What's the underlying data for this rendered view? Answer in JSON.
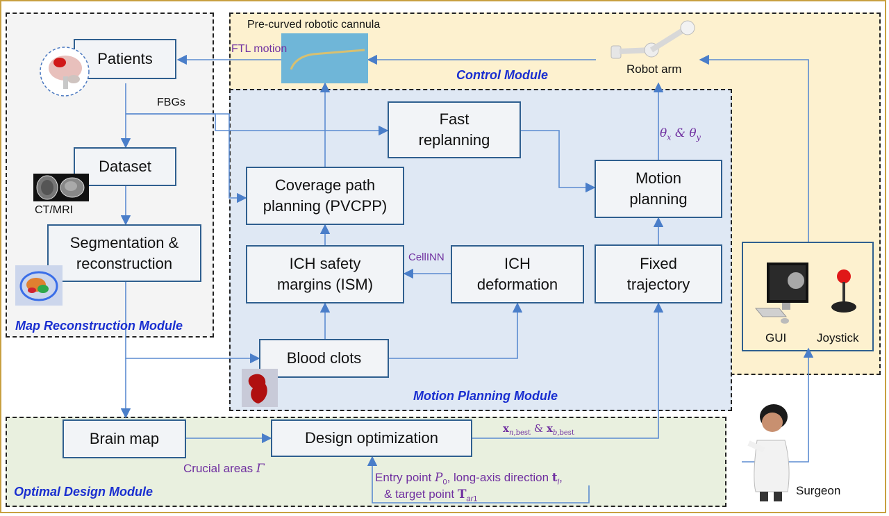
{
  "modules": {
    "map": "Map Reconstruction Module",
    "control": "Control Module",
    "motion": "Motion Planning Module",
    "design": "Optimal Design Module"
  },
  "boxes": {
    "patients": "Patients",
    "dataset": "Dataset",
    "segmentation": [
      "Segmentation &",
      "reconstruction"
    ],
    "fast_replanning": [
      "Fast",
      "replanning"
    ],
    "coverage": [
      "Coverage path",
      "planning (PVCPP)"
    ],
    "motion_planning": [
      "Motion",
      "planning"
    ],
    "ich_safety": [
      "ICH safety",
      "margins (ISM)"
    ],
    "ich_deformation": [
      "ICH",
      "deformation"
    ],
    "fixed_trajectory": [
      "Fixed",
      "trajectory"
    ],
    "blood_clots": "Blood clots",
    "brain_map": "Brain map",
    "design_optimization": "Design optimization"
  },
  "labels": {
    "cannula": "Pre-curved robotic cannula",
    "ftl_motion": "FTL motion",
    "robot_arm": "Robot arm",
    "fbgs": "FBGs",
    "ct_mri": "CT/MRI",
    "cellinn": "CellINN",
    "theta": "θx & θy",
    "gui": "GUI",
    "joystick": "Joystick",
    "surgeon": "Surgeon",
    "crucial_areas": "Crucial areas Γ",
    "xbest": "xn,best & xb,best",
    "entry_line1": "Entry point P0, long-axis direction tl,",
    "entry_line2": "& target point Tar1"
  }
}
